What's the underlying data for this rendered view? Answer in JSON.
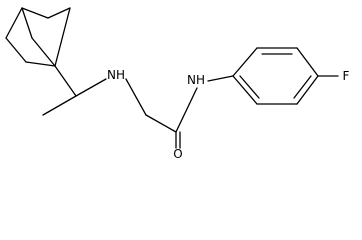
{
  "molecule": {
    "atoms": {
      "nh_amine": "NH",
      "nh_amide": "NH",
      "oxygen": "O",
      "fluorine": "F"
    }
  }
}
